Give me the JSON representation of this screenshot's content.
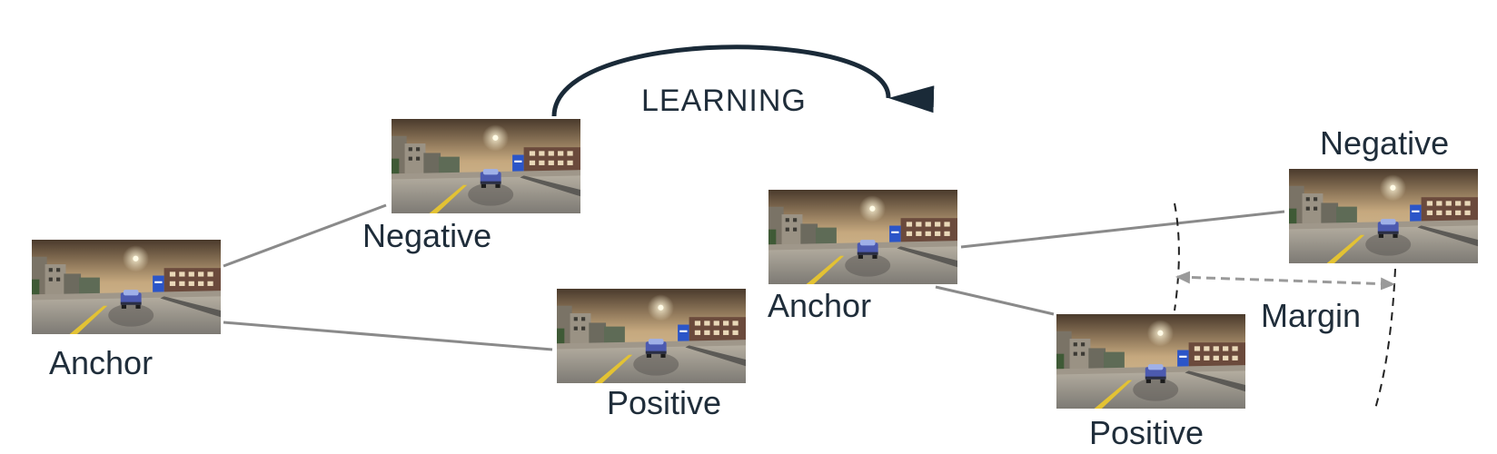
{
  "diagram": {
    "learning_label": "LEARNING",
    "before": {
      "anchor_label": "Anchor",
      "negative_label": "Negative",
      "positive_label": "Positive"
    },
    "after": {
      "anchor_label": "Anchor",
      "negative_label": "Negative",
      "positive_label": "Positive",
      "margin_label": "Margin"
    },
    "colors": {
      "text": "#1f2d3a",
      "edge": "#8a8a8a",
      "learning_arrow": "#1a2a38",
      "margin_arrow": "#9a9a9a"
    }
  }
}
